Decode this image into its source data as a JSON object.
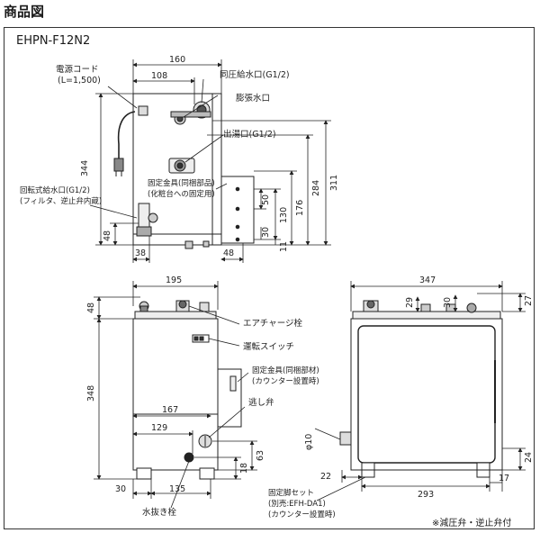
{
  "header": {
    "title": "商品図",
    "model": "EHPN-F12N2"
  },
  "top_view": {
    "labels": {
      "power_cord": "電源コード",
      "power_cord_len": "(L=1,500)",
      "same_pressure_inlet": "同圧給水口(G1/2)",
      "expansion_outlet": "膨張水口",
      "hot_outlet": "出湯口(G1/2)",
      "fixing_bracket": "固定金具(同梱部品)",
      "fixing_bracket_use": "(化粧台への固定用)",
      "rotary_inlet": "回転式給水口(G1/2)",
      "rotary_inlet_note": "(フィルタ、逆止弁内蔵)"
    },
    "dims": {
      "w160": "160",
      "w108": "108",
      "h344": "344",
      "h311": "311",
      "h284": "284",
      "h176": "176",
      "h130": "130",
      "h50": "50",
      "h30": "30",
      "h11": "11",
      "h48": "48",
      "w38": "38",
      "w48": "48"
    }
  },
  "front_view": {
    "labels": {
      "air_charge": "エアチャージ栓",
      "run_switch": "運転スイッチ",
      "fixing_bracket": "固定金具(同梱部材)",
      "fixing_bracket_use": "(カウンター設置時)",
      "relief_valve": "逃し弁",
      "drain_plug": "水抜き栓"
    },
    "dims": {
      "w195": "195",
      "h48": "48",
      "h348": "348",
      "w167": "167",
      "w129": "129",
      "h63": "63",
      "h18": "18",
      "w30": "30",
      "w135": "135"
    }
  },
  "side_view": {
    "labels": {
      "leg_set": "固定脚セット",
      "leg_set_model": "(別売:EFH-DA1)",
      "leg_set_use": "(カウンター設置時)"
    },
    "dims": {
      "w347": "347",
      "h29": "29",
      "h30": "30",
      "h27": "27",
      "phi10": "φ10",
      "w22": "22",
      "h24": "24",
      "w293": "293",
      "w17": "17"
    }
  },
  "footnote": "※減圧弁・逆止弁付"
}
